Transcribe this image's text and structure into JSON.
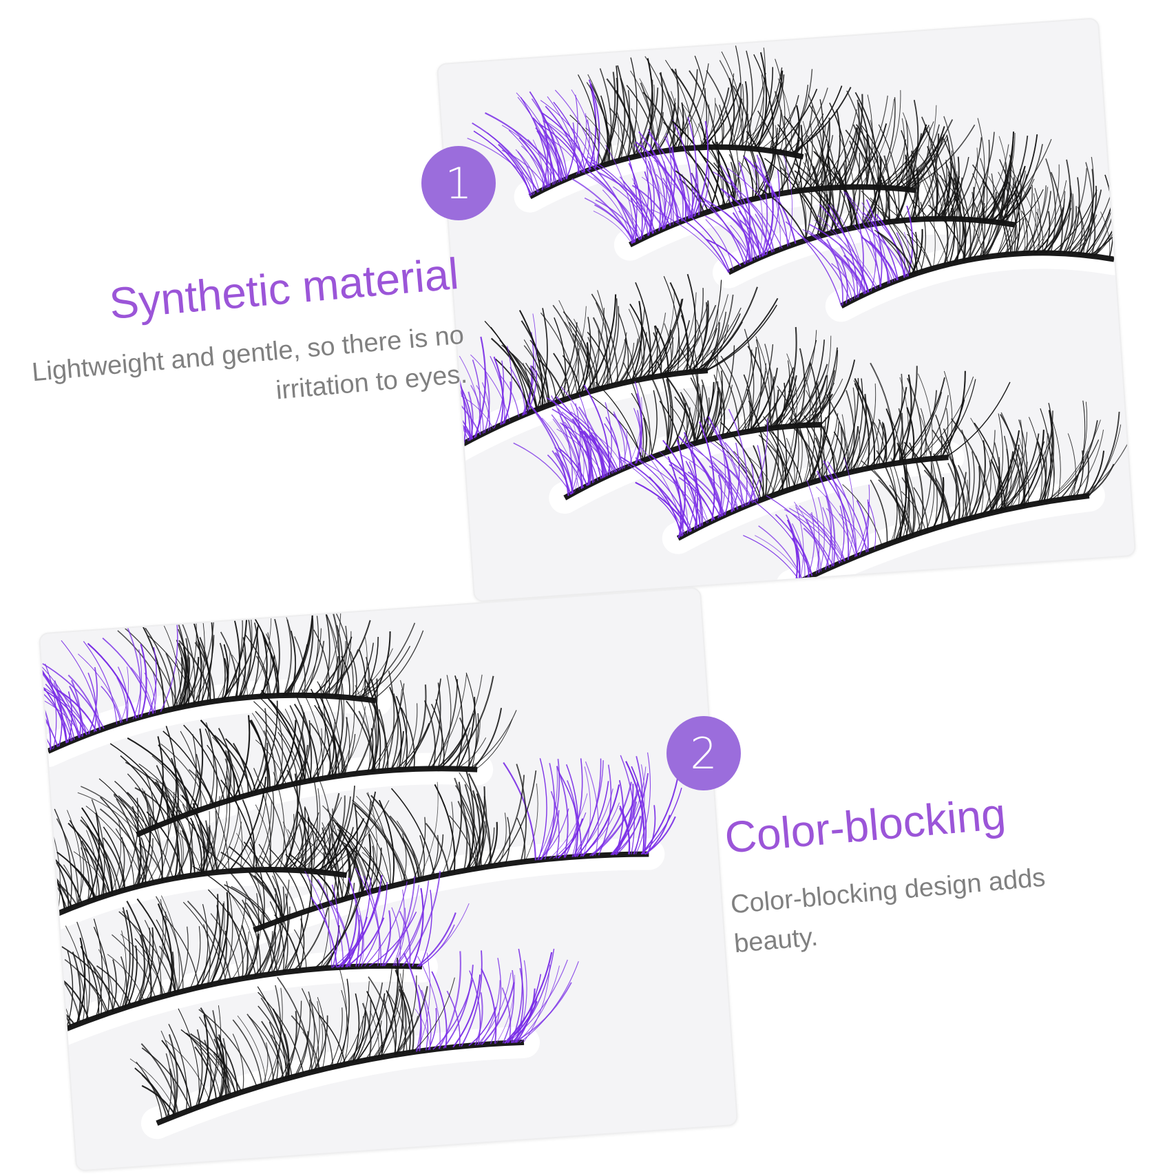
{
  "colors": {
    "accent": "#9b6ddc",
    "title": "#9b55d8",
    "body_text": "#808080",
    "lash_black": "#141414",
    "lash_purple": "#7a2ee6"
  },
  "features": [
    {
      "number": "1",
      "title": "Synthetic material",
      "description": "Lightweight and gentle, so there is no irritation to eyes."
    },
    {
      "number": "2",
      "title": "Color-blocking",
      "description": "Color-blocking design adds beauty."
    }
  ]
}
